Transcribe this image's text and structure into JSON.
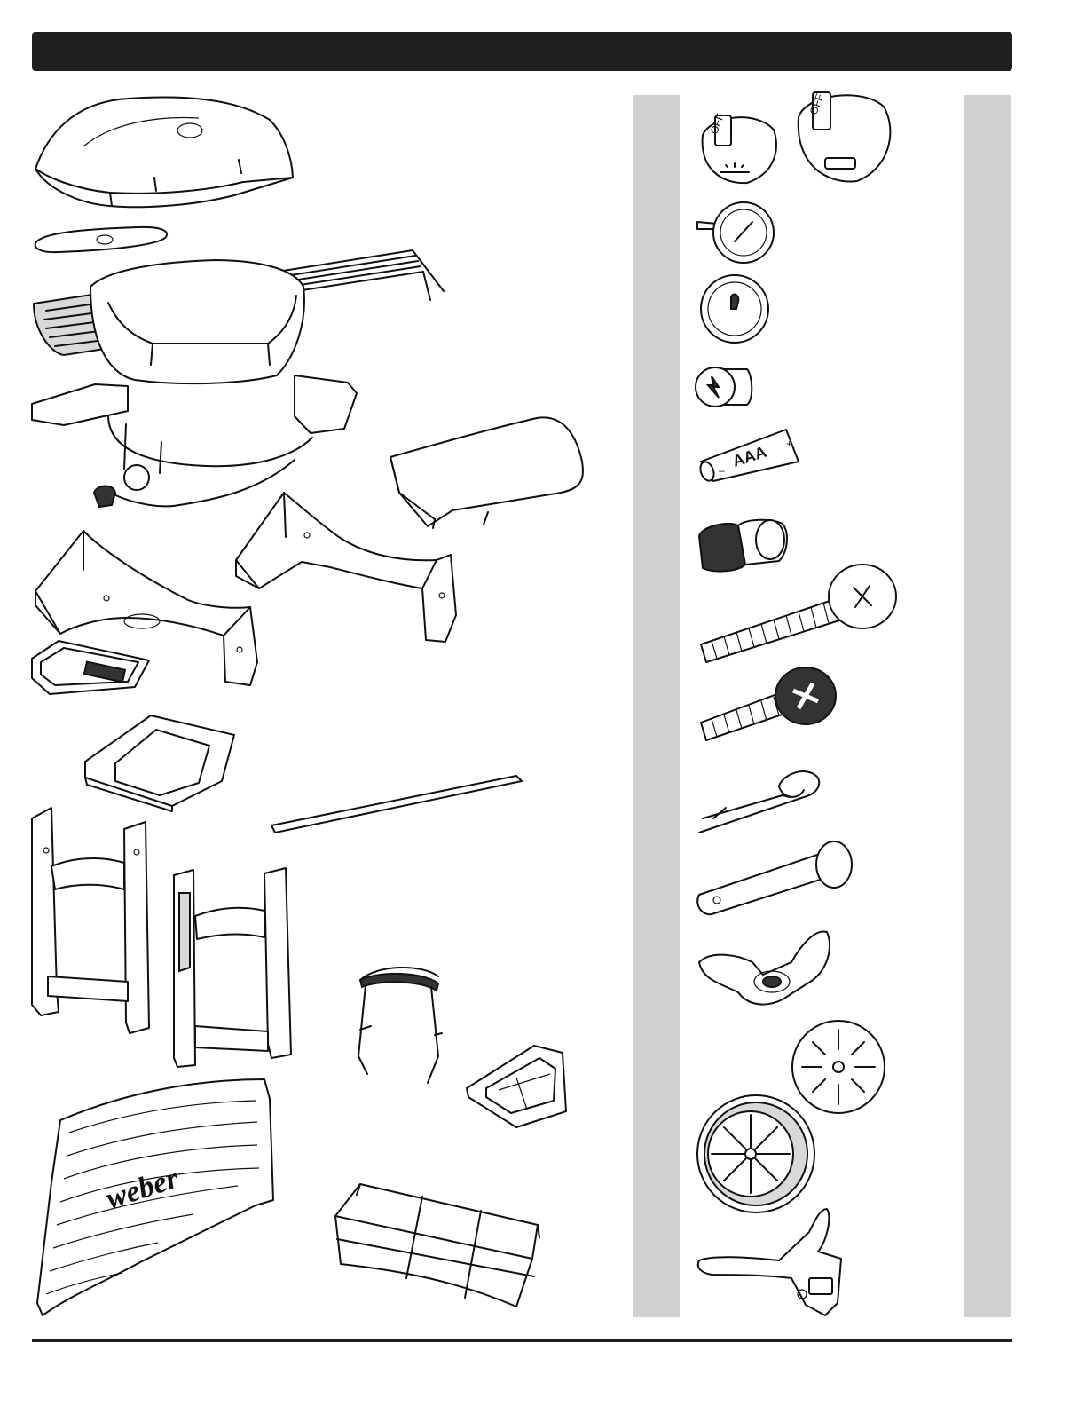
{
  "page": {
    "header_text": "",
    "footer_text": ""
  },
  "parts": {
    "battery_label": "AAA",
    "battery_minus": "–",
    "battery_plus": "+",
    "knob_label": "OFF",
    "logo_text": "weber"
  },
  "colors": {
    "header_bar": "#1f1f1f",
    "side_column": "#d0d0d0",
    "line_art": "#111111"
  }
}
